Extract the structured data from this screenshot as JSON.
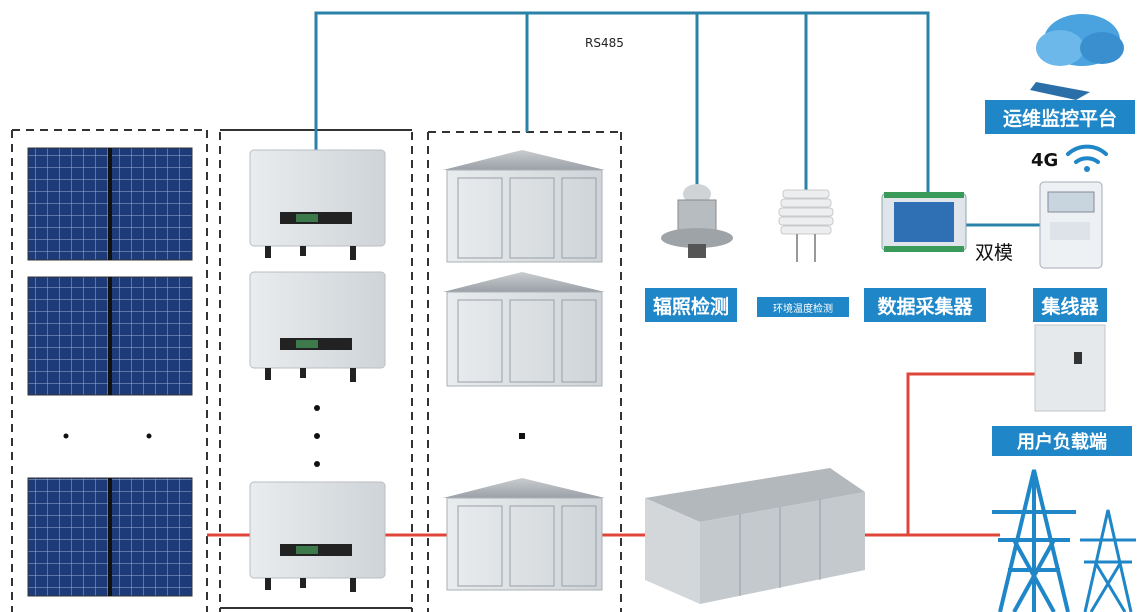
{
  "labels": {
    "rs485": "RS485",
    "ops_platform": "运维监控平台",
    "signal_4g": "4G",
    "dual_mode": "双模",
    "irradiance": "辐照检测",
    "env_temp": "环境温度检测",
    "data_collector": "数据采集器",
    "concentrator": "集线器",
    "user_load": "用户负载端"
  },
  "colors": {
    "comm_line": "#2b82a8",
    "power_line": "#e0453a",
    "label_bg": "#1f86c8",
    "panel_cell": "#1c3b78",
    "panel_grid": "#9db2d6"
  },
  "icons": {
    "cloud": "cloud-server-icon",
    "wifi": "wifi-signal-icon",
    "meter": "smart-meter-icon",
    "tower": "transmission-tower-icon"
  }
}
